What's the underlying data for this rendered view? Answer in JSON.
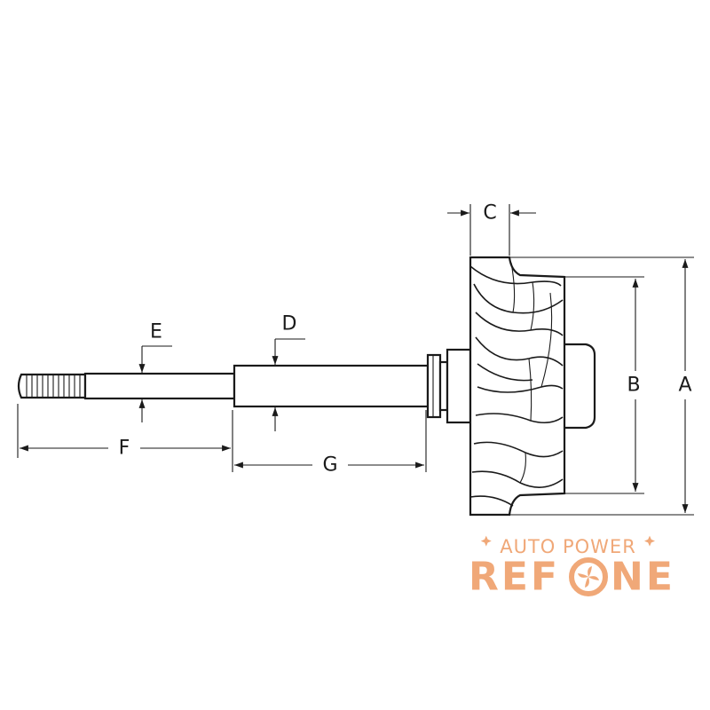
{
  "labels": {
    "A": "A",
    "B": "B",
    "C": "C",
    "D": "D",
    "E": "E",
    "F": "F",
    "G": "G"
  },
  "logo": {
    "line1": "AUTO POWER",
    "line2": "REF",
    "line2b": "NE",
    "color": "#f0a878"
  }
}
